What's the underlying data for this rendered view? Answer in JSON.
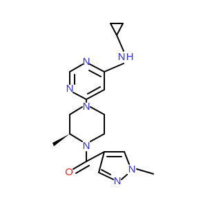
{
  "molecule": {
    "atoms": {
      "amine_n": "N",
      "amine_h": "H",
      "pyrimidine_n_top": "N",
      "pyrimidine_n_left": "N",
      "piperazine_n_top": "N",
      "piperazine_n_bottom": "N",
      "carbonyl_o": "O",
      "pyrazole_n1": "N",
      "pyrazole_n2": "N"
    },
    "colors": {
      "nitrogen": "#2b2bff",
      "oxygen": "#ff1a1a",
      "bond": "#000000"
    }
  }
}
